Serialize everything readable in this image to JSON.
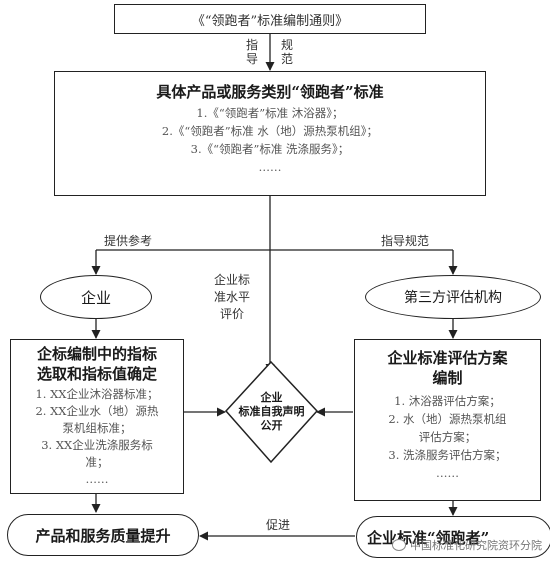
{
  "top_box": {
    "title": "《“领跑者”标准编制通则》"
  },
  "guide_label": {
    "col1": [
      "指",
      "导"
    ],
    "col2": [
      "规",
      "范"
    ]
  },
  "product_box": {
    "title": "具体产品或服务类别“领跑者”标准",
    "items": [
      "1.《“领跑者”标准 沐浴器》；",
      "2.《“领跑者”标准 水（地）源热泵机组》；",
      "3.《“领跑者”标准 洗涤服务》；",
      "……"
    ]
  },
  "labels": {
    "provide_reference": "提供参考",
    "guide_standard": "指导规范",
    "enterprise_level": [
      "企业标",
      "准水平",
      "评价"
    ],
    "promote": "促进"
  },
  "enterprise": {
    "label": "企业"
  },
  "third_party": {
    "label": "第三方评估机构"
  },
  "left_box": {
    "title_lines": [
      "企标编制中的指标",
      "选取和指标值确定"
    ],
    "items": [
      "1. XX企业沐浴器标准；",
      "2. XX企业水（地）源热",
      "泵机组标准；",
      "3. XX企业洗涤服务标",
      "准；",
      "……"
    ]
  },
  "diamond": {
    "lines": [
      "企业",
      "标准自我声明",
      "公开"
    ]
  },
  "right_box": {
    "title_lines": [
      "企业标准评估方案",
      "编制"
    ],
    "items": [
      "1. 沐浴器评估方案；",
      "2. 水（地）源热泵机组",
      "评估方案；",
      "3. 洗涤服务评估方案；",
      "……"
    ]
  },
  "bottom_left": {
    "label": "产品和服务质量提升"
  },
  "bottom_right": {
    "label": "企业标准“领跑者”"
  },
  "watermark": {
    "text": "中国标准化研究院资环分院"
  }
}
